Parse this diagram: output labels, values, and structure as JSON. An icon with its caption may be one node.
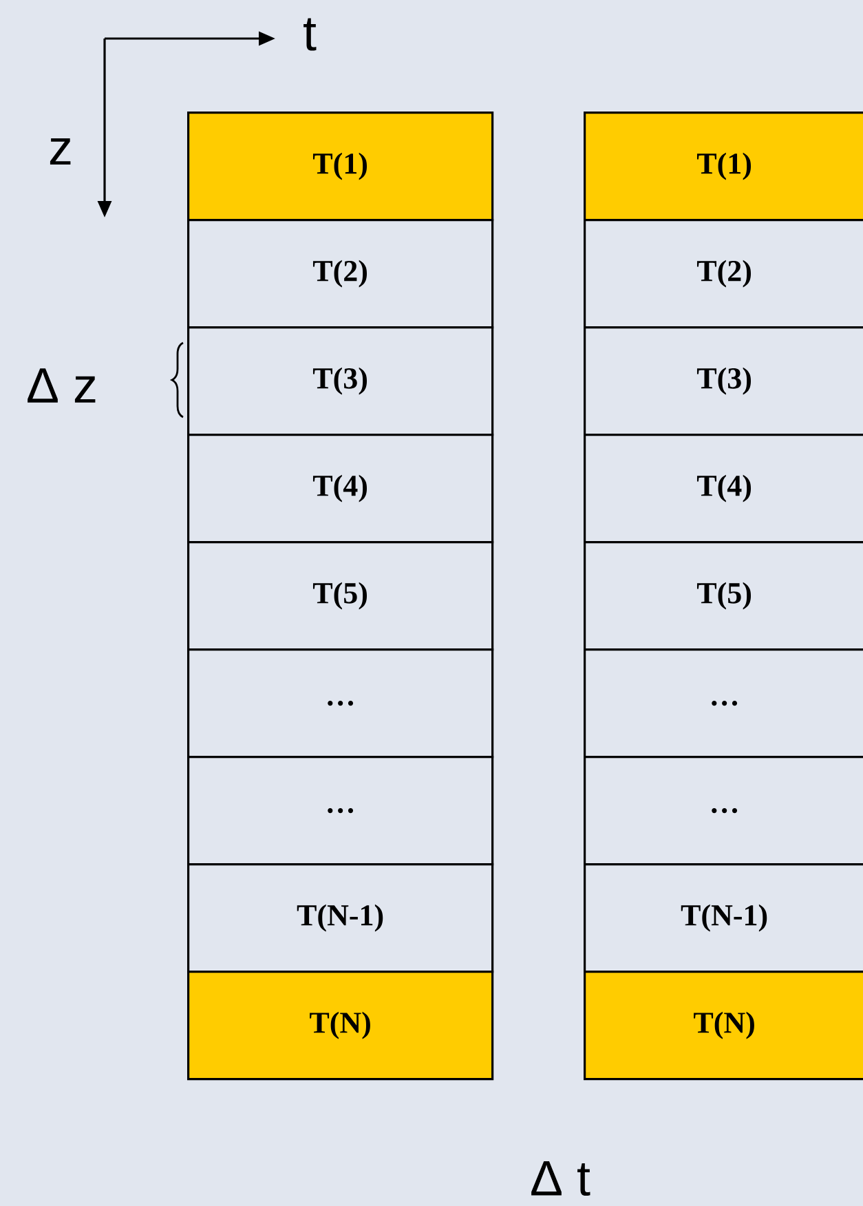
{
  "diagram": {
    "nodes": [
      {
        "text": [
          "T(1)"
        ]
      },
      {
        "text": [
          "T(2)"
        ]
      },
      {
        "text": [
          "T(3)"
        ]
      },
      {
        "text": [
          "T(4)"
        ]
      },
      {
        "text": [
          "T(5)"
        ]
      },
      {
        "text": [
          "…"
        ]
      },
      {
        "text": [
          "…"
        ]
      },
      {
        "text": [
          "T(N-1)"
        ]
      },
      {
        "text": [
          "T(N)"
        ]
      },
      {
        "text": [
          "T(1)"
        ]
      },
      {
        "text": [
          "T(2)"
        ]
      },
      {
        "text": [
          "T(3)"
        ]
      },
      {
        "text": [
          "T(4)"
        ]
      },
      {
        "text": [
          "T(5)"
        ]
      },
      {
        "text": [
          "…"
        ]
      },
      {
        "text": [
          "…"
        ]
      },
      {
        "text": [
          "T(N-1)"
        ]
      },
      {
        "text": [
          "T(N)"
        ]
      }
    ],
    "labels": [
      "t",
      "z",
      "Δ z",
      "Δ t"
    ]
  }
}
